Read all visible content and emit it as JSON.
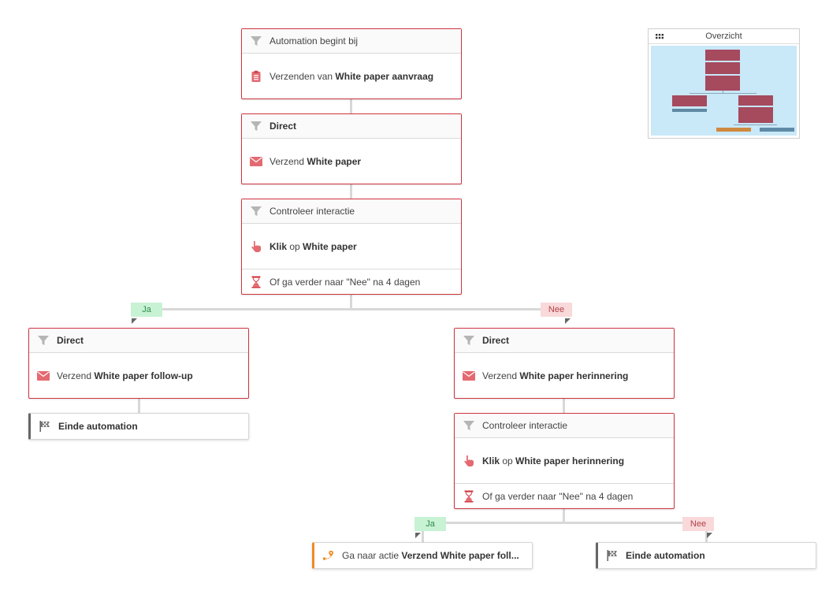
{
  "overview": {
    "title": "Overzicht",
    "icon": "grid-icon"
  },
  "card_trigger": {
    "head": "Automation begint bij",
    "prefix": "Verzenden van ",
    "bold": "White paper aanvraag"
  },
  "card_direct_1": {
    "head": "Direct",
    "prefix": "Verzend ",
    "bold": "White paper"
  },
  "card_check_1": {
    "head": "Controleer interactie",
    "click_bold": "Klik",
    "click_mid": " op ",
    "click_target": "White paper",
    "timeout": "Of ga verder naar \"Nee\" na 4 dagen"
  },
  "branch_1": {
    "yes": "Ja",
    "no": "Nee"
  },
  "card_direct_left": {
    "head": "Direct",
    "prefix": "Verzend ",
    "bold": "White paper follow-up"
  },
  "end_left": {
    "label": "Einde automation"
  },
  "card_direct_right": {
    "head": "Direct",
    "prefix": "Verzend ",
    "bold": "White paper herinnering"
  },
  "card_check_2": {
    "head": "Controleer interactie",
    "click_bold": "Klik",
    "click_mid": " op ",
    "click_target": "White paper herinnering",
    "timeout": "Of ga verder naar \"Nee\" na 4 dagen"
  },
  "branch_2": {
    "yes": "Ja",
    "no": "Nee"
  },
  "goto_action": {
    "prefix": "Ga naar actie ",
    "bold": "Verzend White paper foll..."
  },
  "end_right": {
    "label": "Einde automation"
  },
  "colors": {
    "accent_red": "#d0343f",
    "yes_bg": "#c8f2d4",
    "no_bg": "#f9d9da",
    "goto_orange": "#f08a24"
  }
}
